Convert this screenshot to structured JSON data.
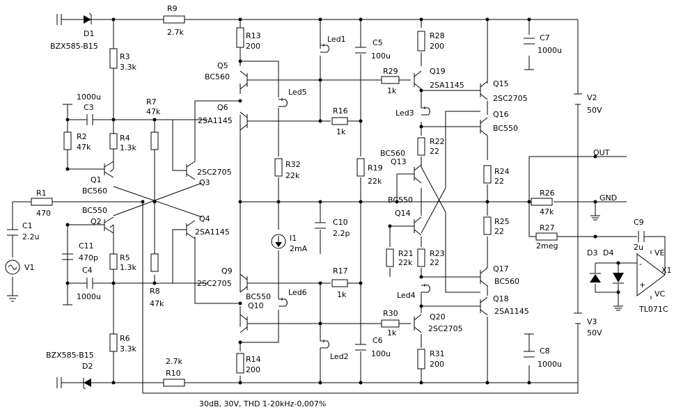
{
  "caption": "30dB, 30V, THD 1-20kHz-0,007%",
  "nets": {
    "out": "OUT",
    "gnd": "GND"
  },
  "parts": {
    "D1": {
      "ref": "D1",
      "value": "BZX585-B15"
    },
    "D2": {
      "ref": "D2",
      "value": "BZX585-B15"
    },
    "D3": {
      "ref": "D3"
    },
    "D4": {
      "ref": "D4"
    },
    "R1": {
      "ref": "R1",
      "value": "470"
    },
    "R2": {
      "ref": "R2",
      "value": "47k"
    },
    "R3": {
      "ref": "R3",
      "value": "3.3k"
    },
    "R4": {
      "ref": "R4",
      "value": "1.3k"
    },
    "R5": {
      "ref": "R5",
      "value": "1.3k"
    },
    "R6": {
      "ref": "R6",
      "value": "3.3k"
    },
    "R7": {
      "ref": "R7",
      "value": "47k"
    },
    "R8": {
      "ref": "R8",
      "value": "47k"
    },
    "R9": {
      "ref": "R9",
      "value": "2.7k"
    },
    "R10": {
      "ref": "R10",
      "value": "2.7k"
    },
    "R13": {
      "ref": "R13",
      "value": "200"
    },
    "R14": {
      "ref": "R14",
      "value": "200"
    },
    "R16": {
      "ref": "R16",
      "value": "1k"
    },
    "R17": {
      "ref": "R17",
      "value": "1k"
    },
    "R19": {
      "ref": "R19",
      "value": "22k"
    },
    "R21": {
      "ref": "R21",
      "value": "22k"
    },
    "R22": {
      "ref": "R22",
      "value": "22"
    },
    "R23": {
      "ref": "R23",
      "value": "22"
    },
    "R24": {
      "ref": "R24",
      "value": "22"
    },
    "R25": {
      "ref": "R25",
      "value": "22"
    },
    "R26": {
      "ref": "R26",
      "value": "47k"
    },
    "R27": {
      "ref": "R27",
      "value": "2meg"
    },
    "R28": {
      "ref": "R28",
      "value": "200"
    },
    "R29": {
      "ref": "R29",
      "value": "1k"
    },
    "R30": {
      "ref": "R30",
      "value": "1k"
    },
    "R31": {
      "ref": "R31",
      "value": "200"
    },
    "R32": {
      "ref": "R32",
      "value": "22k"
    },
    "C1": {
      "ref": "C1",
      "value": "2.2u"
    },
    "C3": {
      "ref": "C3",
      "value": "1000u"
    },
    "C4": {
      "ref": "C4",
      "value": "1000u"
    },
    "C5": {
      "ref": "C5",
      "value": "100u"
    },
    "C6": {
      "ref": "C6",
      "value": "100u"
    },
    "C7": {
      "ref": "C7",
      "value": "1000u"
    },
    "C8": {
      "ref": "C8",
      "value": "1000u"
    },
    "C9": {
      "ref": "C9",
      "value": "2u"
    },
    "C10": {
      "ref": "C10",
      "value": "2.2p"
    },
    "C11": {
      "ref": "C11",
      "value": "470p"
    },
    "Q1": {
      "ref": "Q1",
      "value": "BC560"
    },
    "Q2": {
      "ref": "Q2",
      "value": "BC550"
    },
    "Q3": {
      "ref": "Q3",
      "value": "2SC2705"
    },
    "Q4": {
      "ref": "Q4",
      "value": "2SA1145"
    },
    "Q5": {
      "ref": "Q5",
      "value": "BC560"
    },
    "Q6": {
      "ref": "Q6",
      "value": "2SA1145"
    },
    "Q9": {
      "ref": "Q9",
      "value": "2SC2705"
    },
    "Q10": {
      "ref": "Q10",
      "value": "BC550"
    },
    "Q13": {
      "ref": "Q13",
      "value": "BC560"
    },
    "Q14": {
      "ref": "Q14",
      "value": "BC550"
    },
    "Q15": {
      "ref": "Q15",
      "value": "2SC2705"
    },
    "Q16": {
      "ref": "Q16",
      "value": "BC550"
    },
    "Q17": {
      "ref": "Q17",
      "value": "BC560"
    },
    "Q18": {
      "ref": "Q18",
      "value": "2SA1145"
    },
    "Q19": {
      "ref": "Q19",
      "value": "2SA1145"
    },
    "Q20": {
      "ref": "Q20",
      "value": "2SC2705"
    },
    "Led1": {
      "ref": "Led1"
    },
    "Led2": {
      "ref": "Led2"
    },
    "Led3": {
      "ref": "Led3"
    },
    "Led4": {
      "ref": "Led4"
    },
    "Led5": {
      "ref": "Led5"
    },
    "Led6": {
      "ref": "Led6"
    },
    "I1": {
      "ref": "I1",
      "value": "2mA"
    },
    "V1": {
      "ref": "V1"
    },
    "V2": {
      "ref": "V2",
      "value": "50V"
    },
    "V3": {
      "ref": "V3",
      "value": "50V"
    },
    "X1": {
      "ref": "X1",
      "value": "TL071C",
      "pin_ve": "VE",
      "pin_vc": "VC"
    }
  }
}
